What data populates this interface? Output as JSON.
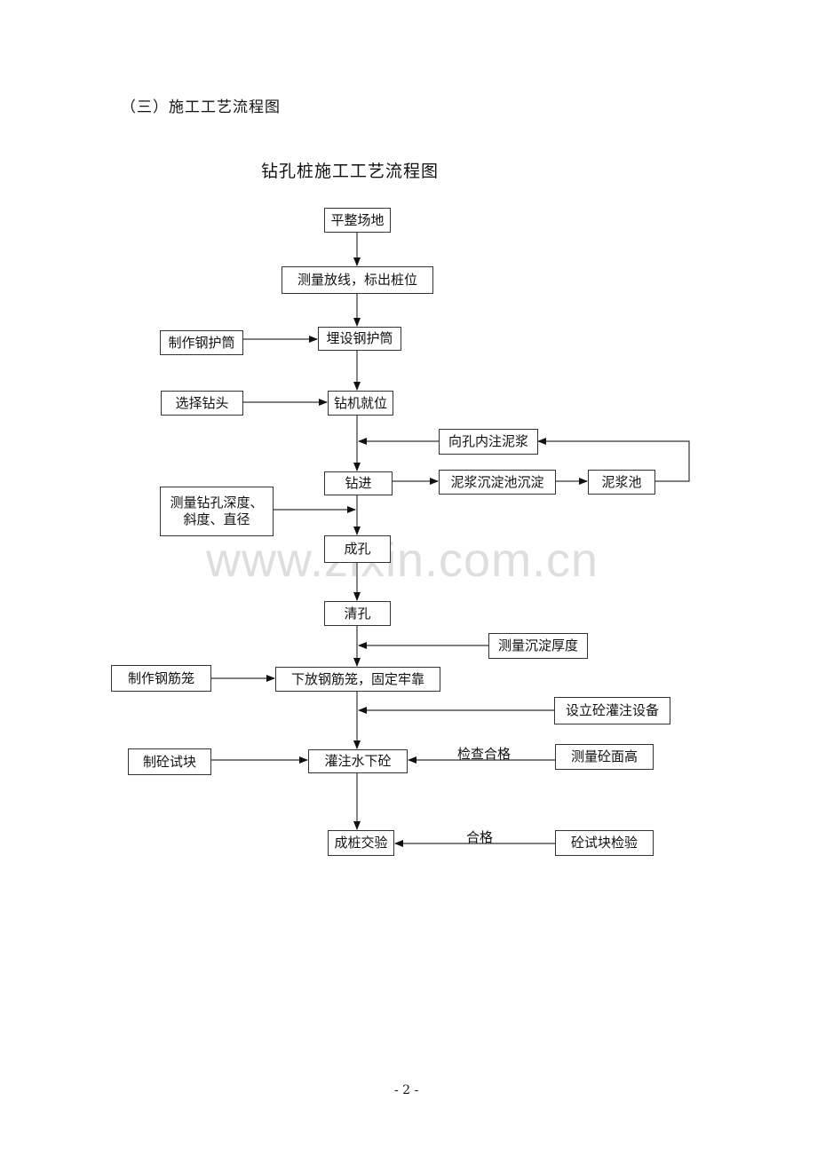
{
  "document": {
    "section_heading": "（三）施工工艺流程图",
    "diagram_title": "钻孔桩施工工艺流程图",
    "watermark": "www.zixin.com.cn",
    "page_number": "- 2 -"
  },
  "flowchart": {
    "main_steps": [
      {
        "id": "level-site",
        "label": "平整场地"
      },
      {
        "id": "survey",
        "label": "测量放线，标出桩位"
      },
      {
        "id": "bury-casing",
        "label": "埋设钢护筒"
      },
      {
        "id": "rig-position",
        "label": "钻机就位"
      },
      {
        "id": "drilling",
        "label": "钻进"
      },
      {
        "id": "hole-complete",
        "label": "成孔"
      },
      {
        "id": "clean-hole",
        "label": "清孔"
      },
      {
        "id": "lower-cage",
        "label": "下放钢筋笼，固定牢靠"
      },
      {
        "id": "pour-concrete",
        "label": "灌注水下砼"
      },
      {
        "id": "pile-acceptance",
        "label": "成桩交验"
      }
    ],
    "side_inputs": [
      {
        "id": "make-casing",
        "label": "制作钢护筒"
      },
      {
        "id": "select-bit",
        "label": "选择钻头"
      },
      {
        "id": "inject-mud",
        "label": "向孔内注泥浆"
      },
      {
        "id": "sediment-tank",
        "label": "泥浆沉淀池沉淀"
      },
      {
        "id": "mud-pit",
        "label": "泥浆池"
      },
      {
        "id": "measure-hole",
        "label": "测量钻孔深度、\n斜度、直径"
      },
      {
        "id": "measure-sediment",
        "label": "测量沉淀厚度"
      },
      {
        "id": "make-cage",
        "label": "制作钢筋笼"
      },
      {
        "id": "setup-equipment",
        "label": "设立砼灌注设备"
      },
      {
        "id": "make-test-block",
        "label": "制砼试块"
      },
      {
        "id": "measure-concrete-level",
        "label": "测量砼面高"
      },
      {
        "id": "test-block-inspection",
        "label": "砼试块检验"
      }
    ],
    "edge_labels": {
      "inspection_passed": "检查合格",
      "passed": "合格"
    }
  }
}
